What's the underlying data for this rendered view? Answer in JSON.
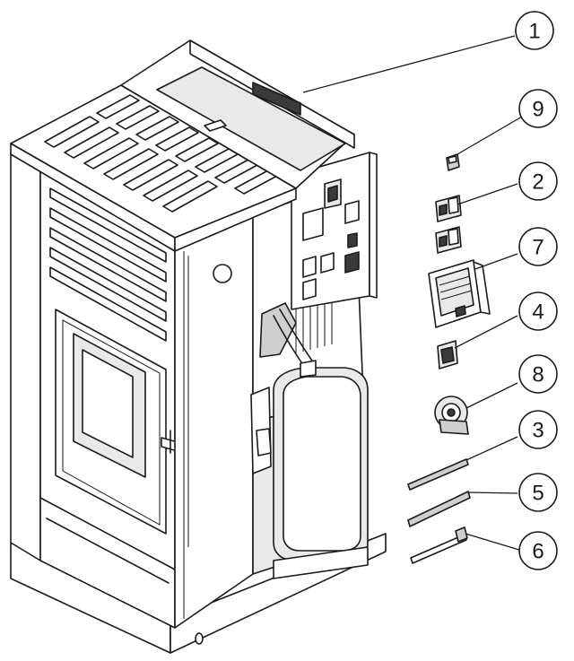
{
  "callouts": [
    {
      "id": "c1",
      "label": "1",
      "part": "control-panel-icon"
    },
    {
      "id": "c9",
      "label": "9",
      "part": "small-sensor-icon"
    },
    {
      "id": "c2",
      "label": "2",
      "part": "relay-pair-icon"
    },
    {
      "id": "c7",
      "label": "7",
      "part": "control-board-icon"
    },
    {
      "id": "c4",
      "label": "4",
      "part": "switch-icon"
    },
    {
      "id": "c8",
      "label": "8",
      "part": "fan-motor-icon"
    },
    {
      "id": "c3",
      "label": "3",
      "part": "probe-rod-icon"
    },
    {
      "id": "c5",
      "label": "5",
      "part": "heating-rod-icon"
    },
    {
      "id": "c6",
      "label": "6",
      "part": "thermocouple-icon"
    }
  ],
  "colors": {
    "line": "#1a1a1a",
    "background": "#ffffff",
    "shade": "#e9e9e9"
  }
}
